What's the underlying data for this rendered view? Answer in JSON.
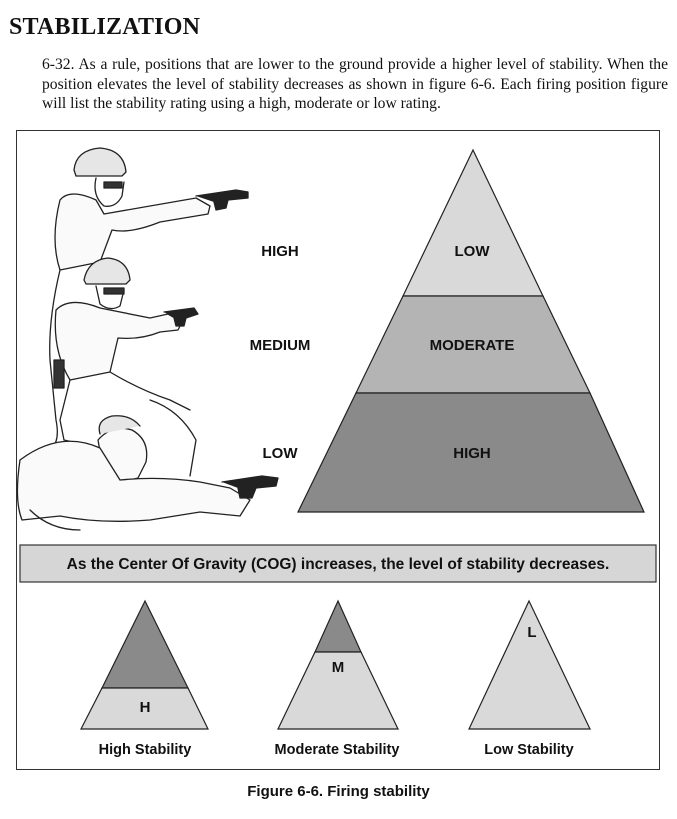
{
  "heading": "STABILIZATION",
  "paragraph": "6-32. As a rule, positions that are lower to the ground provide a higher level of stability. When the position elevates the level of stability decreases as shown in figure 6-6. Each firing position figure will list the stability rating using a high, moderate or low rating.",
  "figure": {
    "position_labels": [
      "HIGH",
      "MEDIUM",
      "LOW"
    ],
    "pyramid_labels": [
      "LOW",
      "MODERATE",
      "HIGH"
    ],
    "banner": "As the Center Of Gravity (COG) increases, the level of stability decreases.",
    "small_triangles": [
      {
        "letter": "H",
        "caption": "High Stability"
      },
      {
        "letter": "M",
        "caption": "Moderate Stability"
      },
      {
        "letter": "L",
        "caption": "Low Stability"
      }
    ],
    "colors": {
      "light": "#d9d9d9",
      "mid": "#b4b4b4",
      "dark": "#8a8a8a",
      "banner": "#d6d6d6"
    },
    "caption": "Figure 6-6. Firing stability"
  }
}
